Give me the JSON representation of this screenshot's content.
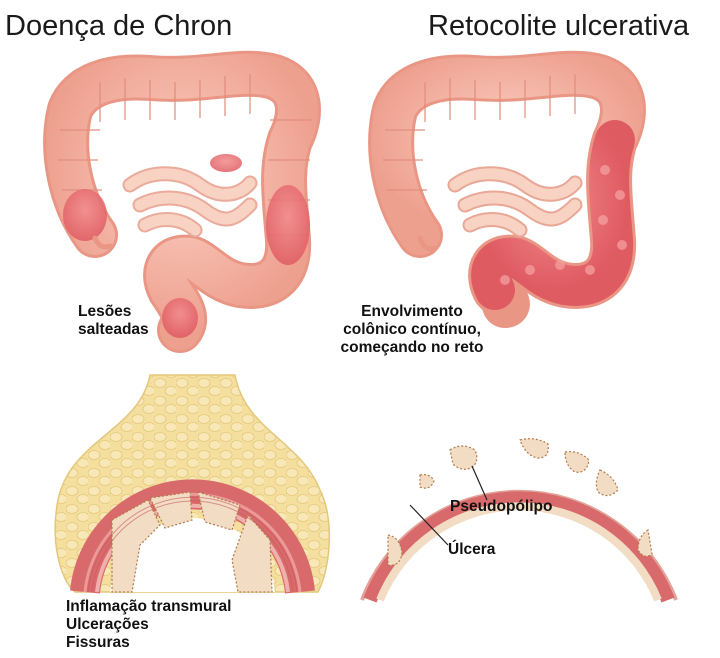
{
  "titles": {
    "left": "Doença de Chron",
    "right": "Retocolite ulcerativa"
  },
  "labels": {
    "lesoes": [
      "Lesões",
      "salteadas"
    ],
    "envolvimento": [
      "Envolvimento",
      "colônico contínuo,",
      "começando no reto"
    ],
    "inflamacao": [
      "Inflamação transmural",
      "Ulcerações",
      "Fissuras"
    ],
    "pseudopolipo": "Pseudopólipo",
    "ulcera": "Úlcera"
  },
  "colors": {
    "colon_base": "#f4b3a3",
    "colon_inflamed": "#e86d72",
    "small_bowel": "#f7c7b6",
    "fat": "#f3dc97",
    "muscle": "#e07a7a",
    "mucosa": "#f2d9c0"
  }
}
